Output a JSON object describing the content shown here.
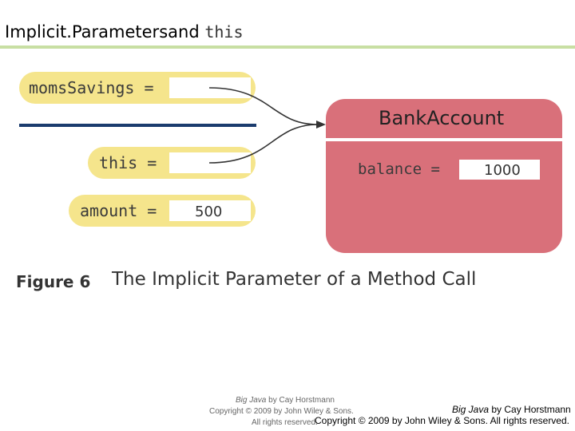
{
  "slide": {
    "title_text": "Implicit.Parametersand",
    "title_code": "this"
  },
  "diagram": {
    "variables": [
      {
        "label": "momsSavings =",
        "value": ""
      },
      {
        "label": "this =",
        "value": ""
      },
      {
        "label": "amount =",
        "value": "500"
      }
    ],
    "object": {
      "class_name": "BankAccount",
      "field_label": "balance =",
      "field_value": "1000"
    },
    "colors": {
      "variable_fill": "#f5e58c",
      "object_fill": "#d9707a",
      "divider": "#1b3c6e",
      "title_rule": "#c8dfa3"
    }
  },
  "caption": {
    "figure_label": "Figure 6",
    "figure_text": "The Implicit Parameter of a Method Call"
  },
  "footer": {
    "small_italic": "Big Java",
    "small_line1": " by Cay Horstmann",
    "small_line2": "Copyright © 2009 by John Wiley & Sons.",
    "small_line3": "All rights reserved.",
    "big_italic": "Big Java",
    "big_line1": " by Cay Horstmann",
    "big_line2": "Copyright © 2009 by John Wiley & Sons.  All rights reserved."
  }
}
